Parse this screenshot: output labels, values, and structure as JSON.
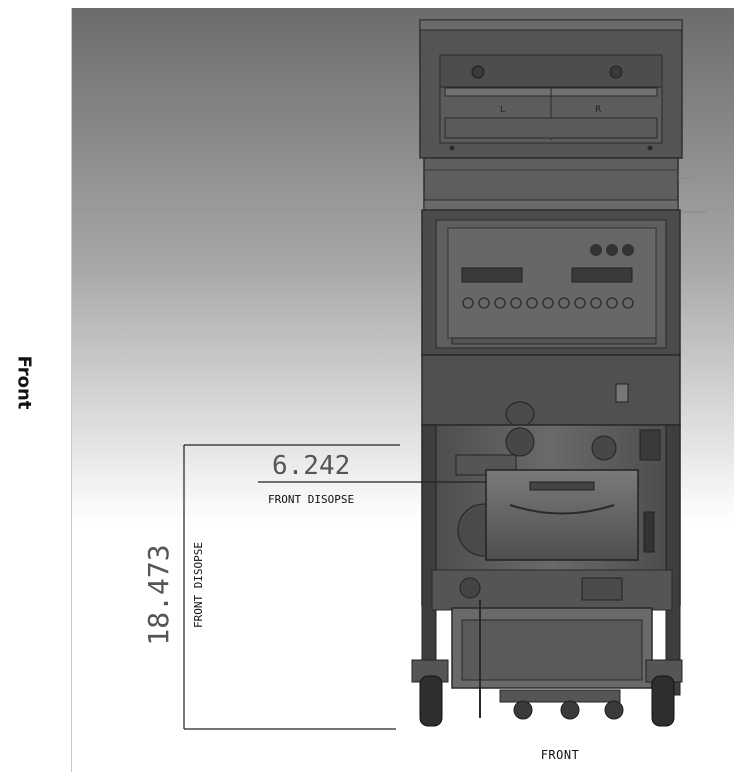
{
  "view_label": "Front",
  "dimensions": {
    "horizontal": {
      "value": "6.242",
      "label": "FRONT DISOPSE"
    },
    "vertical": {
      "value": "18.473",
      "label": "FRONT DISOPSE"
    }
  },
  "panel_labels": {
    "left_basket": "L",
    "right_basket": "R"
  },
  "bottom_label": "FRONT",
  "colors": {
    "background_top": "#6e6e6e",
    "background_bottom": "#ffffff",
    "machine_dark": "#3c3c3c",
    "machine_mid": "#5a5a5a",
    "dimension_line": "#222222"
  }
}
